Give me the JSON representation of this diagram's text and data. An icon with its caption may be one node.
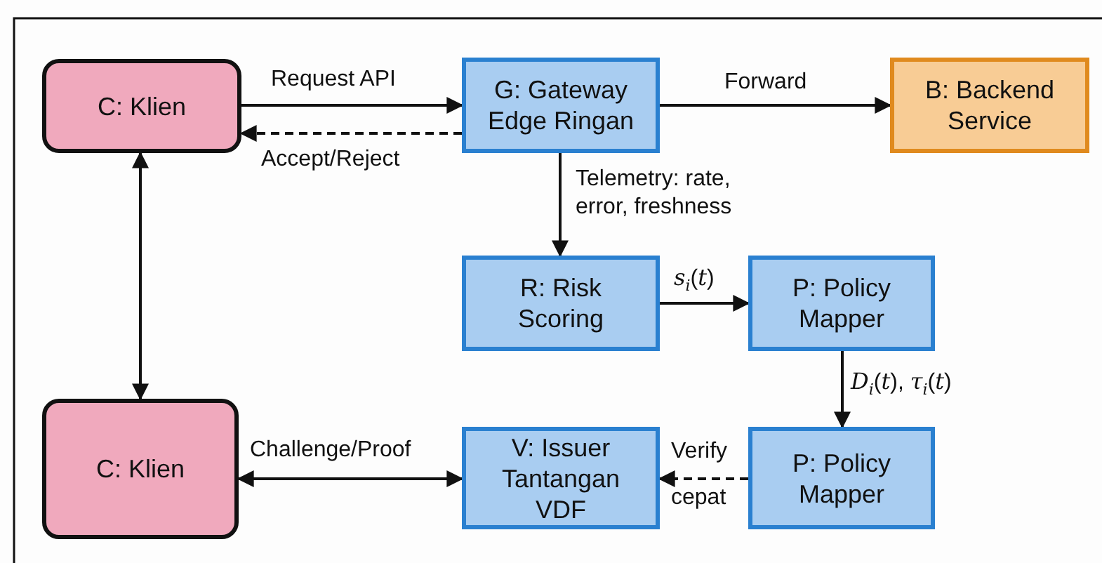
{
  "diagram": {
    "nodes": [
      {
        "text": [
          "C: Klien"
        ]
      },
      {
        "text": [
          "G: Gateway Edge Ringan"
        ]
      },
      {
        "text": [
          "B: Backend Service"
        ]
      },
      {
        "text": [
          "R: Risk Scoring"
        ]
      },
      {
        "text": [
          "P: Policy Mapper"
        ]
      },
      {
        "text": [
          "C: Klien"
        ]
      },
      {
        "text": [
          "V: Issuer Tantangan VDF"
        ]
      },
      {
        "text": [
          "P: Policy Mapper"
        ]
      }
    ],
    "edges": [
      {
        "from": 0,
        "to": 1,
        "arrow": "to",
        "label": "Request API"
      },
      {
        "from": 1,
        "to": 0,
        "arrow": "to",
        "label": "Accept/Reject",
        "style": "dashed"
      },
      {
        "from": 1,
        "to": 2,
        "arrow": "to",
        "label": "Forward"
      },
      {
        "from": 1,
        "to": 3,
        "arrow": "to",
        "label": "Telemetry: rate, error, freshness"
      },
      {
        "from": 3,
        "to": 4,
        "arrow": "to",
        "label": "*s*$_{i}$(*t*)"
      },
      {
        "from": 4,
        "to": 7,
        "arrow": "to",
        "label": "*D*$_{i}$(*t*), *τ*$_{i}$(*t*)"
      },
      {
        "from": 7,
        "to": 6,
        "arrow": "to",
        "label": "Verify cepat",
        "style": "dashed"
      },
      {
        "from": 6,
        "to": 5,
        "arrow": "both",
        "label": "Challenge/Proof"
      },
      {
        "from": 0,
        "to": 5,
        "arrow": "both"
      }
    ]
  }
}
